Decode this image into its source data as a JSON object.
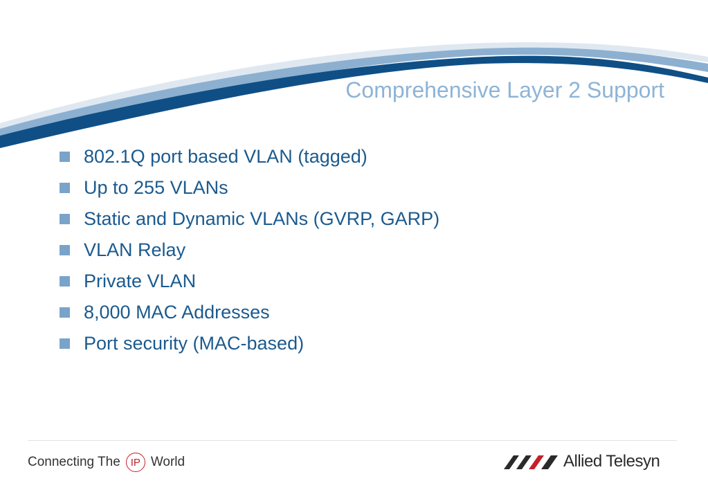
{
  "slide": {
    "title": "Comprehensive Layer 2 Support",
    "bullets": [
      "802.1Q port based VLAN (tagged)",
      "Up to 255 VLANs",
      "Static and Dynamic VLANs (GVRP, GARP)",
      "VLAN Relay",
      "Private VLAN",
      "8,000 MAC Addresses",
      "Port security (MAC-based)"
    ]
  },
  "footer": {
    "tagline_before": "Connecting The",
    "tagline_badge": "IP",
    "tagline_after": "World",
    "brand_name": "Allied Telesyn"
  },
  "colors": {
    "title": "#8db4d6",
    "bullet_text": "#1b5a8e",
    "bullet_marker": "#7aa3c9",
    "swoosh_dark": "#0f4f86",
    "swoosh_light": "#c9d8e6",
    "ip_badge": "#c4202a"
  },
  "icons": {
    "bullet": "square-bullet-icon",
    "ip": "ip-circle-icon",
    "brand": "allied-telesyn-logo-icon"
  }
}
